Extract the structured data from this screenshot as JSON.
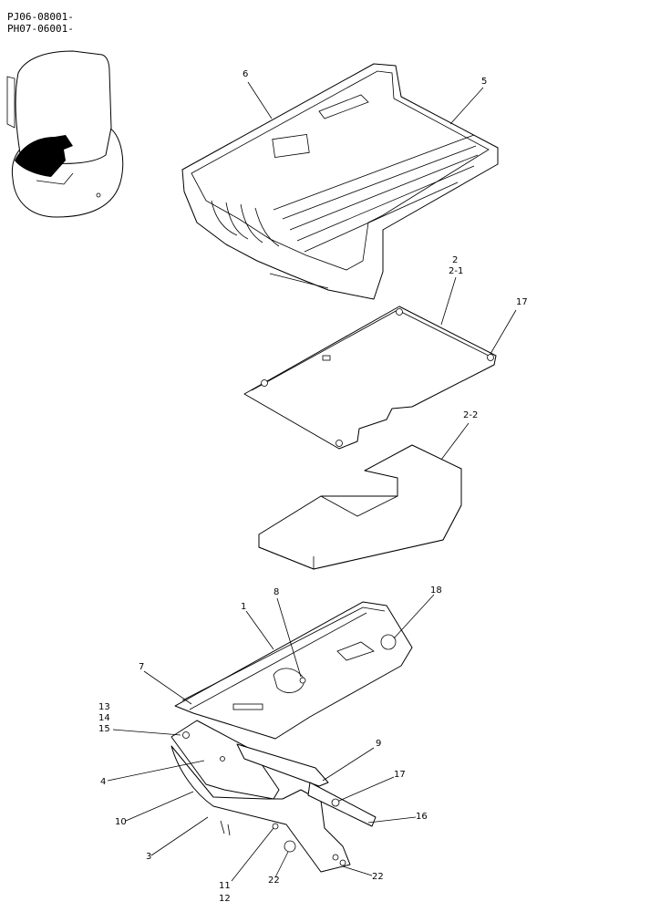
{
  "header": {
    "serial_line_1": "PJ06-08001-",
    "serial_line_2": "PH07-06001-"
  },
  "callouts": {
    "c1": "1",
    "c2": "2",
    "c2_1": "2-1",
    "c2_2": "2-2",
    "c3": "3",
    "c4": "4",
    "c5": "5",
    "c6": "6",
    "c7": "7",
    "c8": "8",
    "c9": "9",
    "c10": "10",
    "c11": "11",
    "c12": "12",
    "c13": "13",
    "c14": "14",
    "c15": "15",
    "c16": "16",
    "c17_upper": "17",
    "c17_lower": "17",
    "c18": "18",
    "c22_left": "22",
    "c22_right": "22"
  }
}
